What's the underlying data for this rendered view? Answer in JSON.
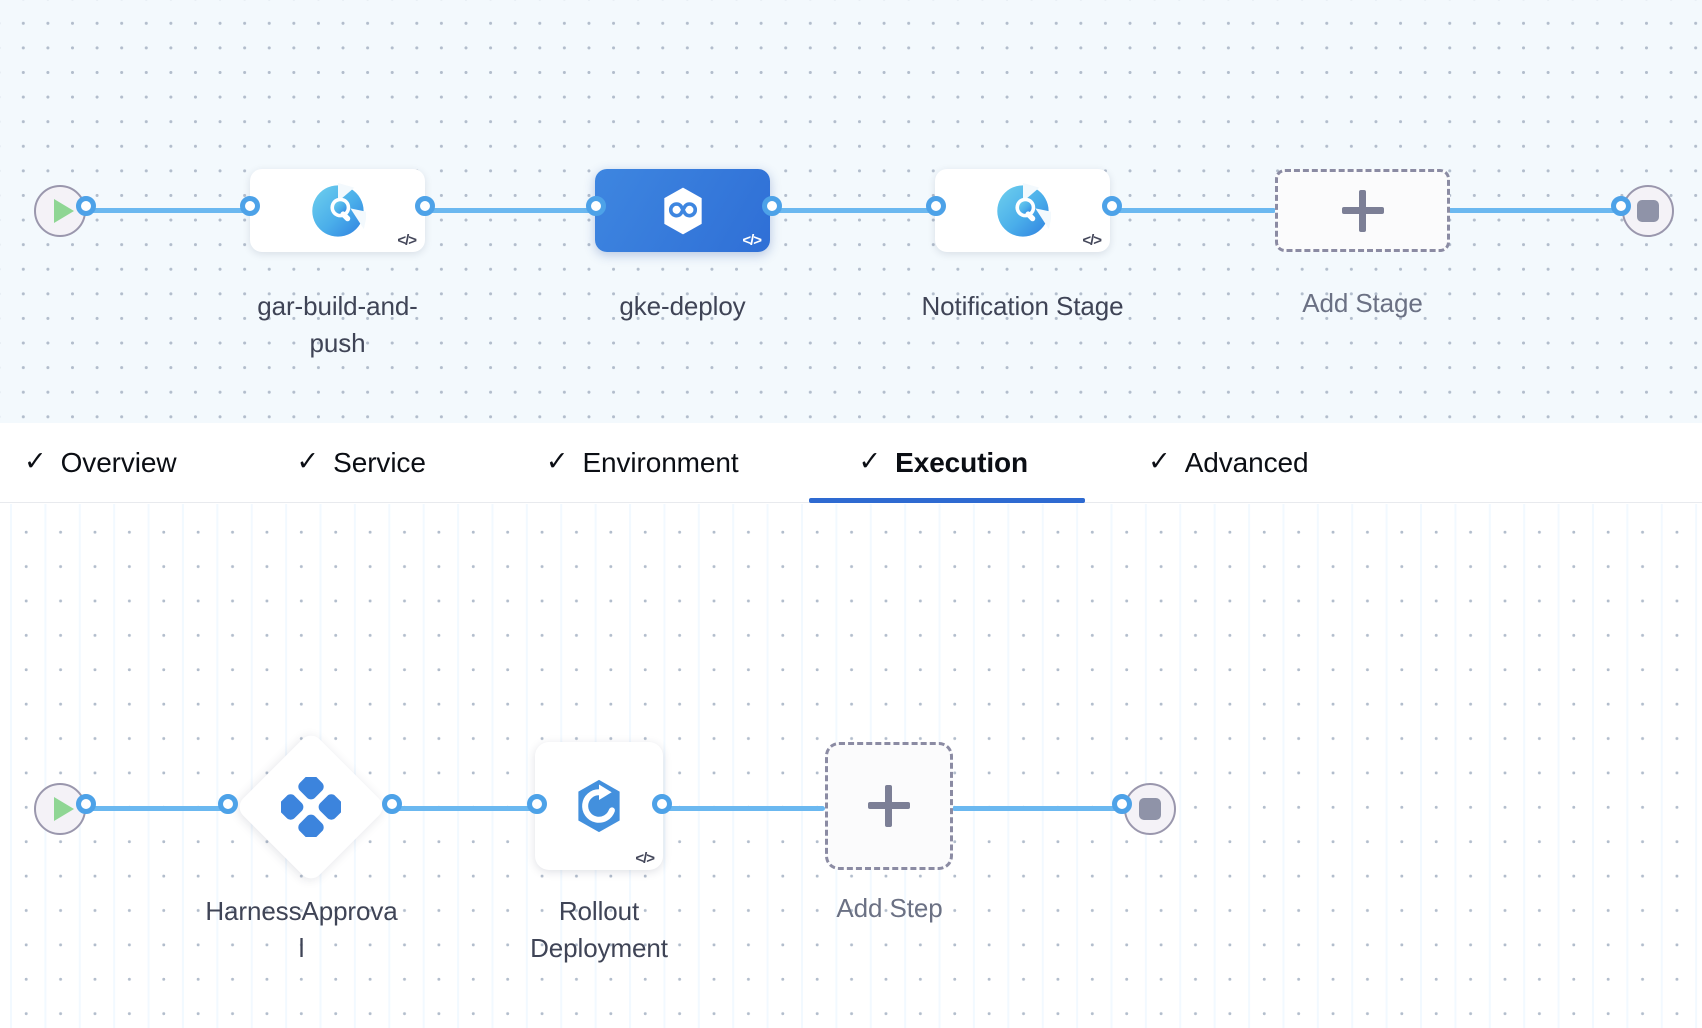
{
  "stage_canvas": {
    "name": "pipeline-stage-graph",
    "start_node": {
      "icon": "play-icon",
      "label": ""
    },
    "end_node": {
      "icon": "stop-icon",
      "label": ""
    },
    "stages": [
      {
        "id": "gar-build-and-push",
        "label": "gar-build-and-push",
        "icon": "build-stage-icon",
        "selected": false,
        "code_badge": "</>"
      },
      {
        "id": "gke-deploy",
        "label": "gke-deploy",
        "icon": "deploy-stage-icon",
        "selected": true,
        "code_badge": "</>"
      },
      {
        "id": "notification-stage",
        "label": "Notification Stage",
        "icon": "build-stage-icon",
        "selected": false,
        "code_badge": "</>"
      }
    ],
    "add_stage": {
      "label": "Add Stage",
      "icon": "plus-icon"
    }
  },
  "tabs": {
    "items": [
      {
        "id": "overview",
        "label": "Overview",
        "check": "✓",
        "active": false
      },
      {
        "id": "service",
        "label": "Service",
        "check": "✓",
        "active": false
      },
      {
        "id": "environment",
        "label": "Environment",
        "check": "✓",
        "active": false
      },
      {
        "id": "execution",
        "label": "Execution",
        "check": "✓",
        "active": true
      },
      {
        "id": "advanced",
        "label": "Advanced",
        "check": "✓",
        "active": false
      }
    ],
    "active_underline_color": "#2e6ad1"
  },
  "execution_canvas": {
    "name": "execution-step-graph",
    "start_node": {
      "icon": "play-icon"
    },
    "end_node": {
      "icon": "stop-icon"
    },
    "steps": [
      {
        "id": "harness-approval",
        "label": "HarnessApproval",
        "icon": "harness-approval-icon",
        "shape": "diamond",
        "code_badge": ""
      },
      {
        "id": "rollout-deployment",
        "label": "Rollout Deployment",
        "icon": "rollout-deployment-icon",
        "shape": "square",
        "code_badge": "</>"
      }
    ],
    "add_step": {
      "label": "Add Step",
      "icon": "plus-icon"
    }
  },
  "colors": {
    "accent_blue": "#4da2e8",
    "selected_stage": "#3276dd",
    "canvas_top_bg": "#f3f9fd",
    "canvas_bottom_bg": "#ffffff",
    "tab_active": "#2e6ad1",
    "node_label": "#3f4456"
  }
}
